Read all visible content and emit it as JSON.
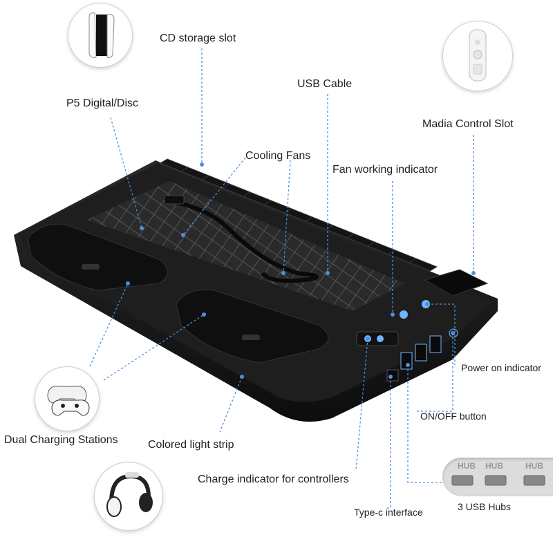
{
  "labels": {
    "cd_storage_slot": "CD storage slot",
    "usb_cable": "USB Cable",
    "p5_digital_disc": "P5 Digital/Disc",
    "madia_control_slot": "Madia Control Slot",
    "cooling_fans": "Cooling Fans",
    "fan_working_indicator": "Fan working indicator",
    "power_on_indicator": "Power on indicator",
    "on_off_button": "ON/OFF button",
    "dual_charging_stations": "Dual Charging Stations",
    "colored_light_strip": "Colored light strip",
    "charge_indicator_for_controllers": "Charge indicator for controllers",
    "type_c_interface": "Type-c interface",
    "three_usb_hubs": "3 USB Hubs"
  },
  "hub_marks": [
    "HUB",
    "HUB",
    "HUB"
  ],
  "colors": {
    "leader_line": "#4a8fe0",
    "stand_body": "#1c1c1c",
    "indicator_blue": "#6fb6ff"
  },
  "icons": [
    "console-icon",
    "remote-icon",
    "controllers-icon",
    "headset-icon",
    "usb-hub-icon"
  ]
}
